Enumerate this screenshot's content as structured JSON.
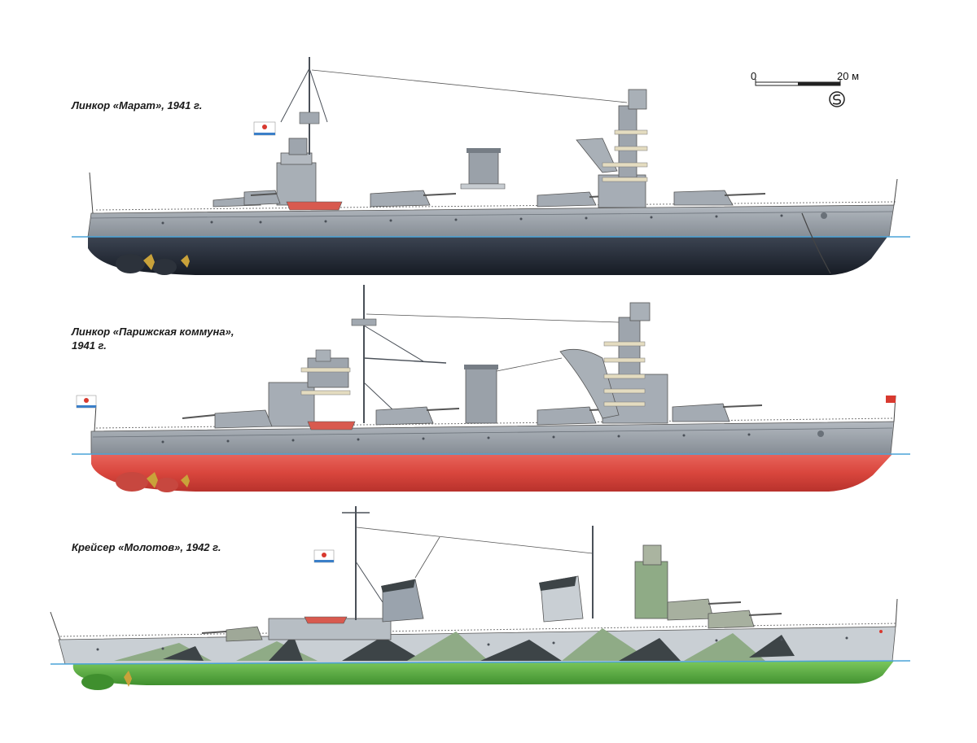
{
  "ships": [
    {
      "caption_lines": [
        "Линкор «Марат», 1941 г."
      ],
      "hull_color": "#232a36",
      "upper_color": "#9ca3ab"
    },
    {
      "caption_lines": [
        "Линкор «Парижская коммуна»,",
        "1941 г."
      ],
      "hull_color": "#d84a42",
      "upper_color": "#959ca4"
    },
    {
      "caption_lines": [
        "Крейсер «Молотов», 1942 г."
      ],
      "hull_color": "#4da63a",
      "upper_color": "#c9cfd4"
    }
  ],
  "scale": {
    "zero_label": "0",
    "max_label": "20 м"
  },
  "colors": {
    "waterline": "#4aa3d8",
    "deck_grey": "#8d949c",
    "camo_dark": "#3d4447",
    "camo_green": "#8fab86"
  }
}
